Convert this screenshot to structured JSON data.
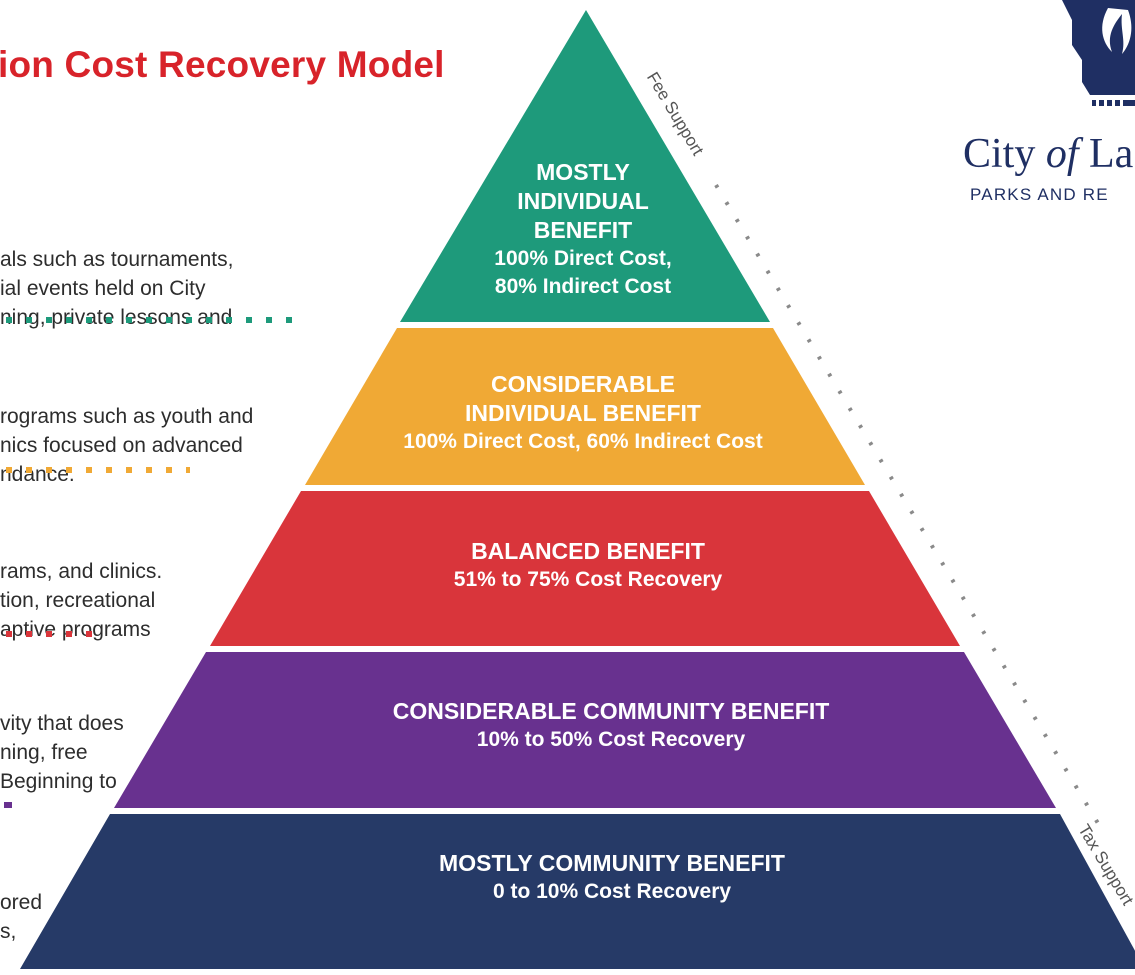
{
  "title": "ion Cost Recovery Model",
  "side_texts": [
    {
      "lines": [
        "als such as tournaments,",
        "ial events held on City",
        "ning, private lessons and"
      ]
    },
    {
      "lines": [
        "rograms such as youth and",
        "nics focused on advanced",
        "ndance."
      ]
    },
    {
      "lines": [
        "rams, and clinics.",
        "tion, recreational",
        "aptive programs"
      ]
    },
    {
      "lines": [
        "vity that does",
        "ning, free",
        "Beginning to"
      ]
    },
    {
      "lines": [
        "ored",
        "s,"
      ]
    }
  ],
  "tiers": [
    {
      "title_lines": [
        "MOSTLY",
        "INDIVIDUAL",
        "BENEFIT"
      ],
      "sub_lines": [
        "100%  Direct Cost,",
        "80% Indirect Cost"
      ],
      "color": "#1e9a7b"
    },
    {
      "title_lines": [
        "CONSIDERABLE",
        "INDIVIDUAL BENEFIT"
      ],
      "sub_lines": [
        "100% Direct Cost, 60% Indirect  Cost"
      ],
      "color": "#f0a935"
    },
    {
      "title_lines": [
        "BALANCED BENEFIT"
      ],
      "sub_lines": [
        "51% to 75% Cost Recovery"
      ],
      "color": "#d9353b"
    },
    {
      "title_lines": [
        "CONSIDERABLE COMMUNITY BENEFIT"
      ],
      "sub_lines": [
        "10%  to 50%  Cost Recovery"
      ],
      "color": "#68318f"
    },
    {
      "title_lines": [
        "MOSTLY COMMUNITY BENEFIT"
      ],
      "sub_lines": [
        "0 to 10%  Cost Recovery"
      ],
      "color": "#263a67"
    }
  ],
  "axis": {
    "top_label": "Fee Support",
    "bottom_label": "Tax Support"
  },
  "logo": {
    "city_prefix": "City ",
    "city_of": "of",
    "city_rest": " La",
    "subtitle": "PARKS AND RE"
  }
}
